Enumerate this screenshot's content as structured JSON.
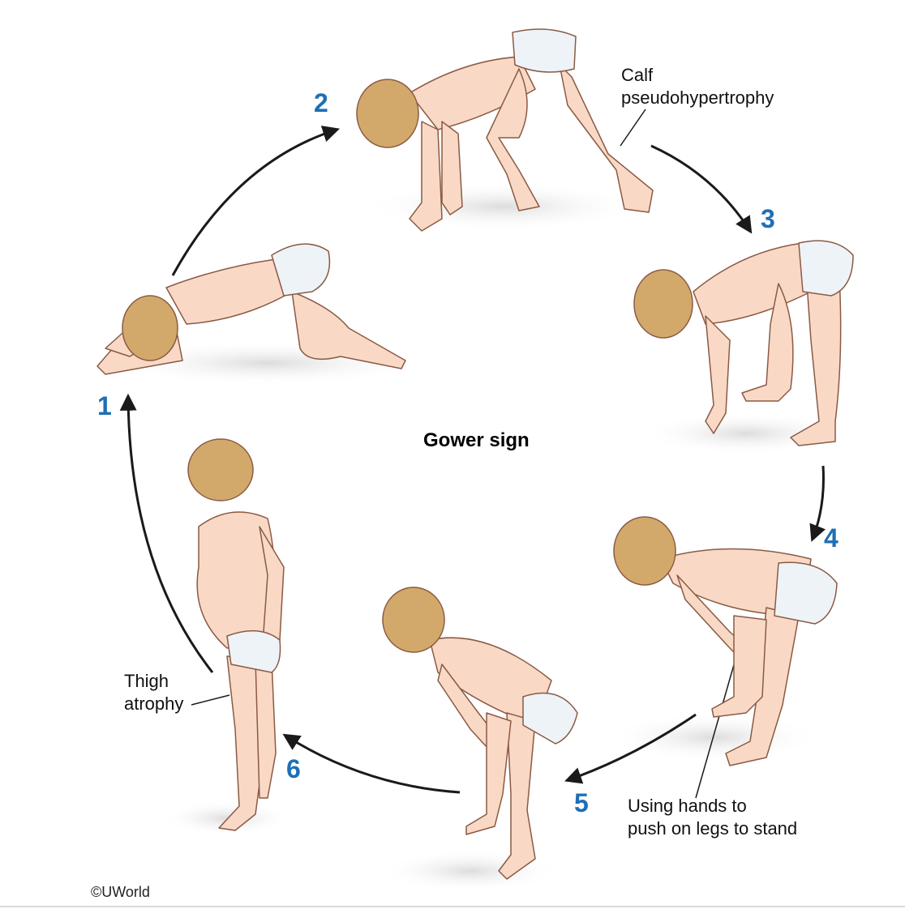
{
  "title": "Gower sign",
  "steps": [
    "1",
    "2",
    "3",
    "4",
    "5",
    "6"
  ],
  "annotations": {
    "calf": [
      "Calf",
      "pseudohypertrophy"
    ],
    "thigh": [
      "Thigh",
      "atrophy"
    ],
    "hands": [
      "Using hands to",
      "push on legs to stand"
    ]
  },
  "copyright": "©UWorld",
  "colors": {
    "step_number": "#1f6fb4",
    "skin": "#f9d9c6",
    "skin_outline": "#8a5a44",
    "hair": "#d2a96a",
    "diaper": "#eef3f8",
    "arrow": "#1a1a1a",
    "shadow": "#e9e9e9"
  }
}
